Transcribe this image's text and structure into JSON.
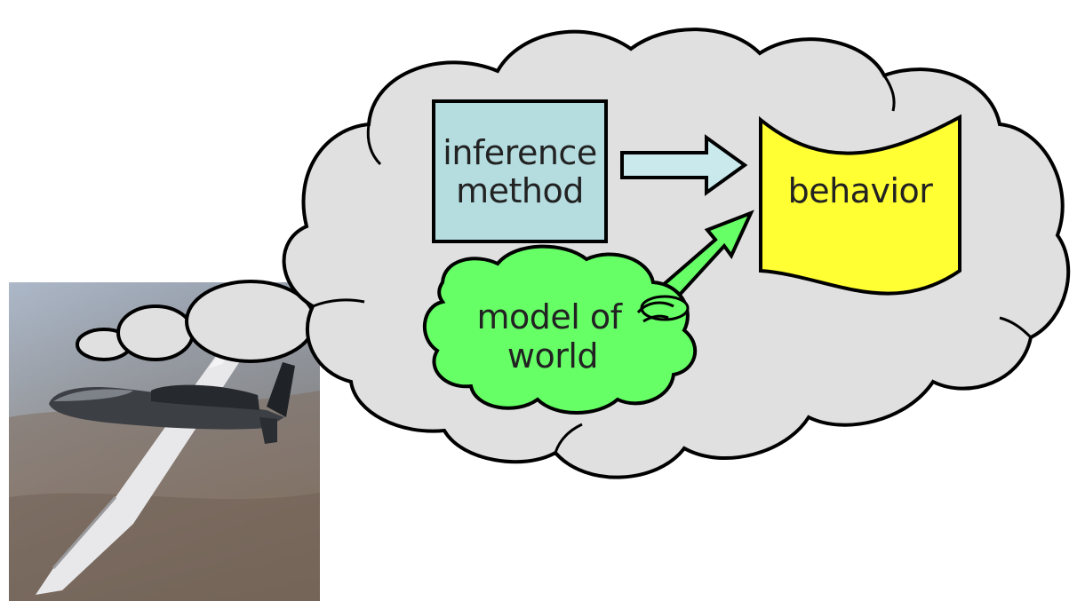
{
  "diagram": {
    "inference_box": {
      "line1": "inference",
      "line2": "method",
      "fill": "#b5dde0"
    },
    "behavior_flag": {
      "label": "behavior",
      "fill": "#ffff33"
    },
    "world_cloud": {
      "line1": "model of",
      "line2": "world",
      "fill": "#66ff66"
    },
    "thought_cloud": {
      "fill": "#e0e0e0"
    },
    "arrow_block": {
      "fill": "#c9e9ec"
    },
    "arrow_green": {
      "fill": "#66ff66"
    },
    "photo": {
      "subject": "uav-drone"
    }
  }
}
